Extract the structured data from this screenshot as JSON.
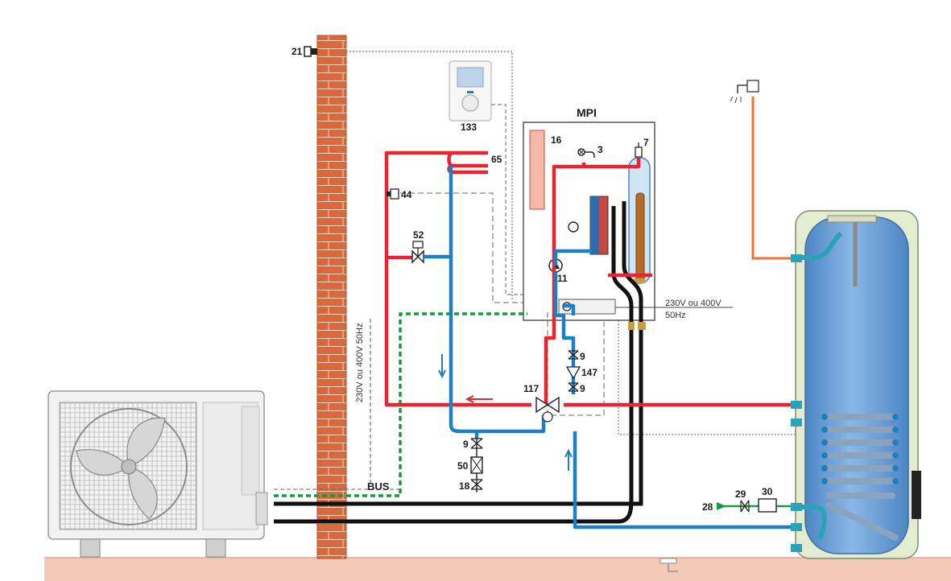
{
  "diagram": {
    "module_title": "MPI",
    "bus_label": "BUS",
    "voltage_vertical": "230V ou 400V 50Hz",
    "voltage_right_line1": "230V ou 400V",
    "voltage_right_line2": "50Hz",
    "labels": {
      "l21": "21",
      "l133": "133",
      "l65": "65",
      "l44": "44",
      "l52": "52",
      "l16": "16",
      "l3": "3",
      "l7": "7",
      "l11": "11",
      "l117": "117",
      "l9a": "9",
      "l147": "147",
      "l9b": "9",
      "l9c": "9",
      "l50": "50",
      "l18": "18",
      "l28": "28",
      "l29": "29",
      "l30": "30"
    },
    "colors": {
      "hot_pipe": "#e8252f",
      "cold_pipe": "#1e7fc0",
      "refrigerant": "#111111",
      "bus_line": "#1a9a3a",
      "dhw_pipe": "#f07030",
      "tank_fill": "#6aa0d6",
      "brick": "#d9693a",
      "floor": "#f3c9b8"
    }
  }
}
